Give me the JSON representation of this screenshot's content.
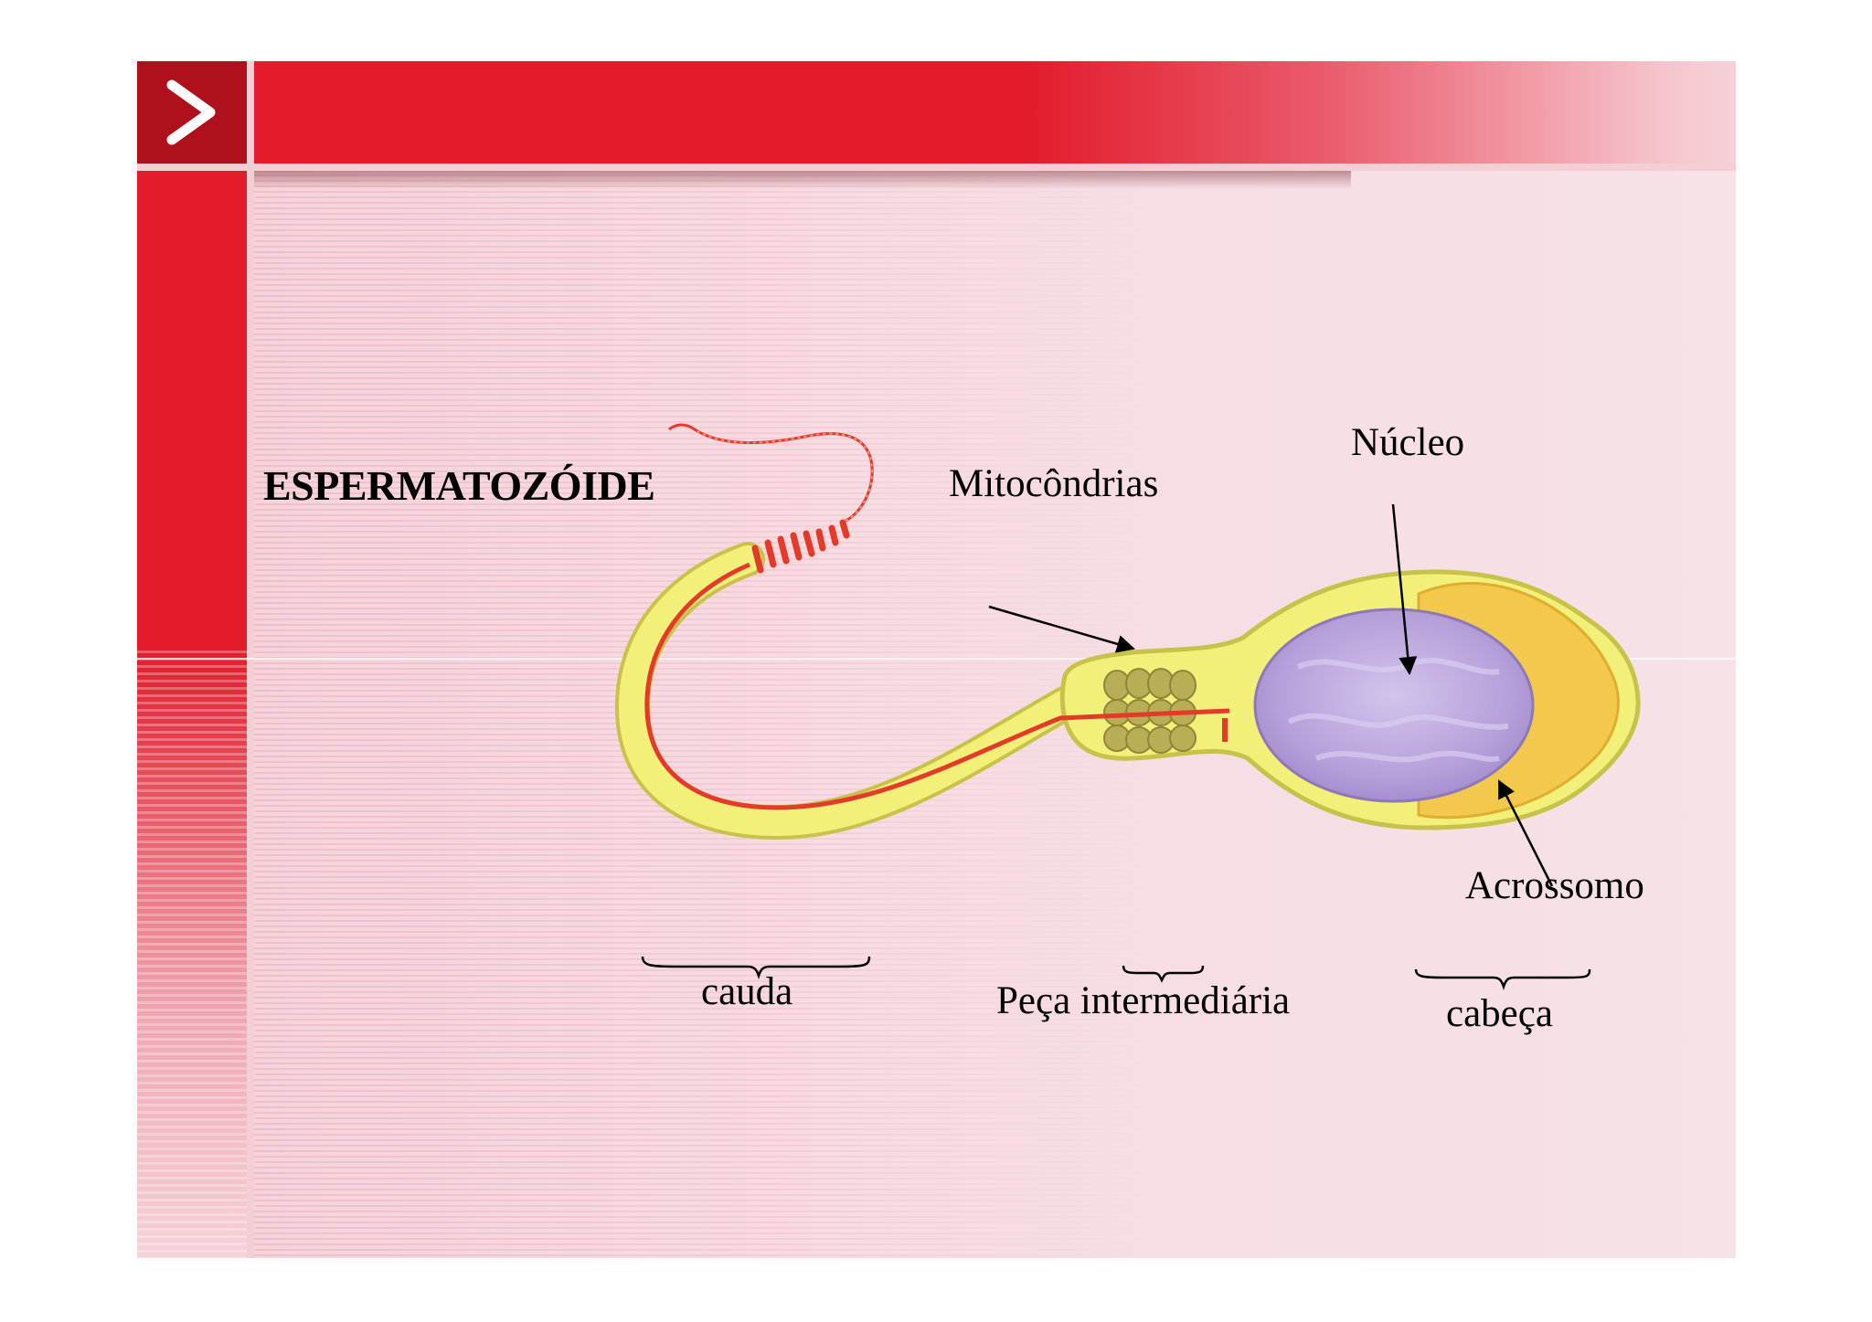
{
  "title": "ESPERMATOZÓIDE",
  "labels": {
    "mitocondrias": "Mitocôndrias",
    "nucleo": "Núcleo",
    "acrossomo": "Acrossomo",
    "cauda": "cauda",
    "peca_intermediaria": "Peça intermediária",
    "cabeca": "cabeça"
  },
  "icons": {
    "nav_arrow": "chevron-right-icon"
  },
  "colors": {
    "header_red": "#e31b2b",
    "slide_bg": "#f6d2d9",
    "cell_body": "#f3f07a",
    "nucleus": "#b7a3d8",
    "acrosome": "#f2c94c",
    "axial_filament": "#e23b2a",
    "mitochondria": "#b9ad55"
  }
}
